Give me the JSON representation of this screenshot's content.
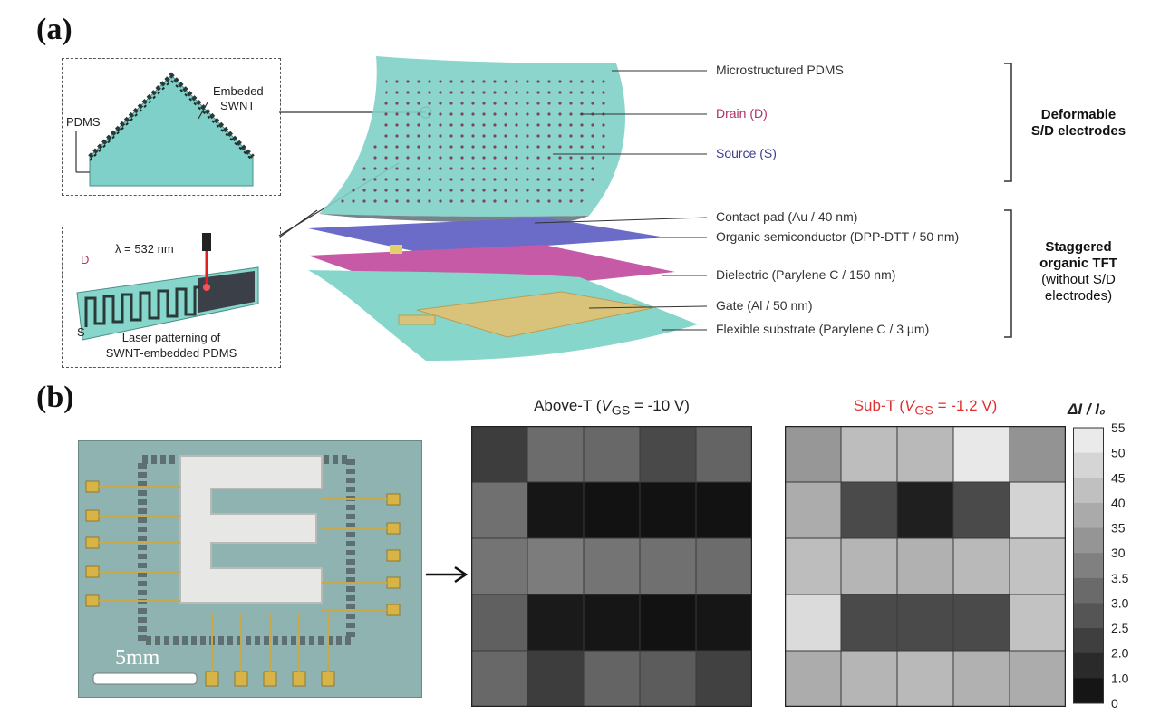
{
  "panels": {
    "a": "(a)",
    "b": "(b)"
  },
  "panel_a": {
    "inset_top": {
      "pdms": "PDMS",
      "embedded_line1": "Embeded",
      "embedded_line2": "SWNT"
    },
    "inset_bottom": {
      "lambda": "λ = 532 nm",
      "d": "D",
      "s": "S",
      "caption_line1": "Laser patterning of",
      "caption_line2": "SWNT-embedded PDMS"
    },
    "layers": [
      {
        "id": "microstructured-pdms",
        "label": "Microstructured PDMS",
        "color": "#333333"
      },
      {
        "id": "drain",
        "label": "Drain (D)",
        "color": "#b0306a"
      },
      {
        "id": "source",
        "label": "Source (S)",
        "color": "#3b3f8a"
      },
      {
        "id": "contact-pad",
        "label": "Contact pad (Au / 40 nm)",
        "color": "#333333"
      },
      {
        "id": "organic-semiconductor",
        "label": "Organic semiconductor  (DPP-DTT / 50 nm)",
        "color": "#333333"
      },
      {
        "id": "dielectric",
        "label": "Dielectric (Parylene C / 150 nm)",
        "color": "#333333"
      },
      {
        "id": "gate",
        "label": "Gate (Al / 50 nm)",
        "color": "#333333"
      },
      {
        "id": "flexible-substrate",
        "label": "Flexible substrate (Parylene C / 3 μm)",
        "color": "#333333"
      }
    ],
    "groups": {
      "deformable_line1": "Deformable",
      "deformable_line2": "S/D electrodes",
      "staggered_line1": "Staggered",
      "staggered_line2": "organic TFT",
      "staggered_line3": "(without S/D",
      "staggered_line4": "electrodes)"
    },
    "colors": {
      "pdms": "#7fd0c8",
      "semiconductor": "#6a6cc8",
      "dielectric": "#c65aa6",
      "gate": "#d9c27a",
      "substrate": "#86d6cb"
    }
  },
  "panel_b": {
    "photo": {
      "scale_bar": "5mm"
    },
    "colorbar": {
      "title": "ΔI / I₀",
      "ticks": [
        "55",
        "50",
        "45",
        "40",
        "35",
        "30",
        "3.5",
        "3.0",
        "2.5",
        "2.0",
        "1.0",
        "0"
      ]
    }
  },
  "chart_data": [
    {
      "type": "heatmap",
      "title_prefix": "Above-T (",
      "title_var": "V",
      "title_sub": "GS",
      "title_suffix": " = -10 V)",
      "rows": 5,
      "cols": 5,
      "values": [
        [
          1.3,
          2.5,
          2.4,
          1.6,
          2.3
        ],
        [
          2.6,
          0.3,
          0.2,
          0.2,
          0.2
        ],
        [
          2.7,
          2.9,
          2.7,
          2.6,
          2.5
        ],
        [
          2.2,
          0.4,
          0.3,
          0.2,
          0.3
        ],
        [
          2.4,
          1.3,
          2.3,
          2.1,
          1.4
        ]
      ],
      "colormap": "gray"
    },
    {
      "type": "heatmap",
      "title_prefix": "Sub-T (",
      "title_var": "V",
      "title_sub": "GS",
      "title_suffix": " = -1.2 V)",
      "title_color": "#e03030",
      "rows": 5,
      "cols": 5,
      "values": [
        [
          33,
          42,
          41,
          52,
          32
        ],
        [
          38,
          2.5,
          1.0,
          2.5,
          47
        ],
        [
          42,
          40,
          39,
          41,
          43
        ],
        [
          49,
          2.5,
          2.5,
          2.5,
          43
        ],
        [
          38,
          40,
          41,
          39,
          38
        ]
      ],
      "colormap": "gray"
    }
  ]
}
